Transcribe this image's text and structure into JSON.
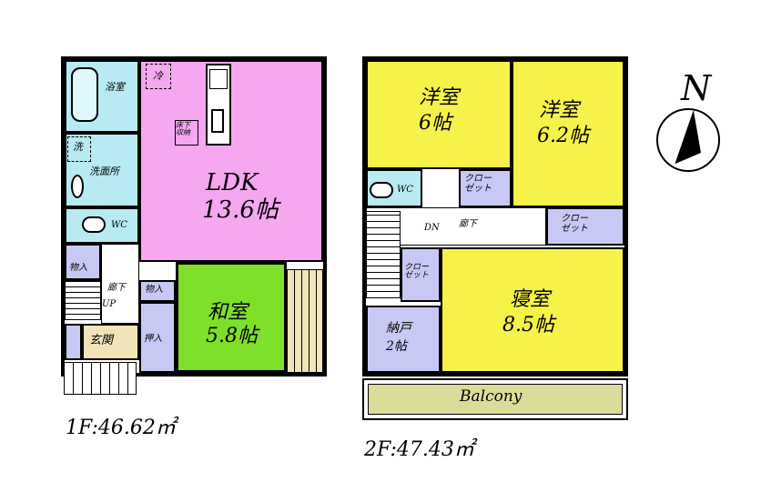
{
  "floor1": {
    "area": "1F:46.62㎡",
    "rooms": {
      "bath": "浴室",
      "fridge": "冷",
      "underfloor": "床下\n収納",
      "washer": "洗",
      "washroom": "洗面所",
      "wc": "WC",
      "ldk_name": "LDK",
      "ldk_size": "13.6帖",
      "storage_a": "物入",
      "hallway": "廊下",
      "up": "UP",
      "storage_b": "物入",
      "entrance": "玄関",
      "closet": "押入",
      "washitsu_name": "和室",
      "washitsu_size": "5.8帖"
    }
  },
  "floor2": {
    "area": "2F:47.43㎡",
    "rooms": {
      "western1_name": "洋室",
      "western1_size": "6帖",
      "western2_name": "洋室",
      "western2_size": "6.2帖",
      "wc": "WC",
      "closet1": "クロー\nゼット",
      "dn": "DN",
      "hallway": "廊下",
      "closet2": "クロー\nゼット",
      "closet3": "クロー\nゼット",
      "bedroom_name": "寝室",
      "bedroom_size": "8.5帖",
      "storeroom_name": "納戸",
      "storeroom_size": "2帖",
      "balcony": "Balcony"
    }
  },
  "compass": {
    "label": "N"
  },
  "colors": {
    "wet": "#b7eaf2",
    "ldk": "#f5a8f0",
    "washitsu": "#7fe02a",
    "western": "#f7f24a",
    "storage": "#c8c8f5",
    "entrance": "#f3e3b8",
    "balcony": "#dcdc9a",
    "wall": "#000000"
  }
}
